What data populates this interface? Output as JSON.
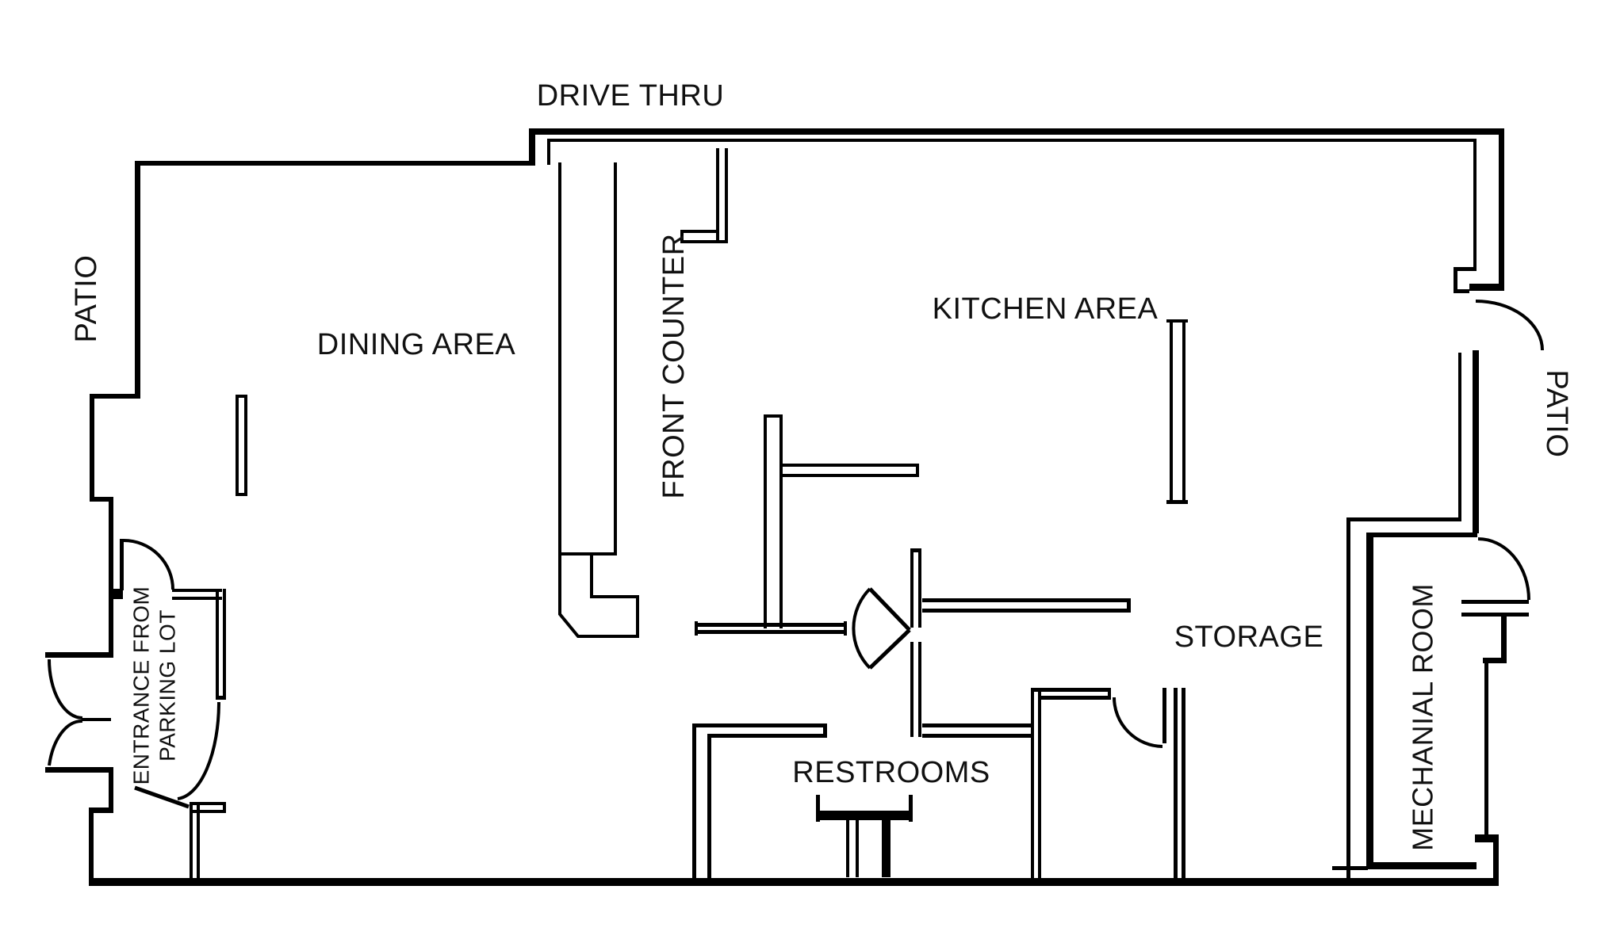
{
  "document": {
    "type": "floor-plan",
    "building": "quick-service restaurant"
  },
  "colors": {
    "background": "#ffffff",
    "walls": "#000000",
    "labels": "#111111"
  },
  "labels": {
    "drive_thru": "DRIVE THRU",
    "patio_left": "PATIO",
    "patio_right": "PATIO",
    "dining_area": "DINING AREA",
    "front_counter": "FRONT COUNTER",
    "kitchen_area": "KITCHEN AREA",
    "restrooms": "RESTROOMS",
    "storage": "STORAGE",
    "mechanical_room": "MECHANIAL ROOM",
    "entrance_line1": "ENTRANCE FROM",
    "entrance_line2": "PARKING LOT"
  }
}
